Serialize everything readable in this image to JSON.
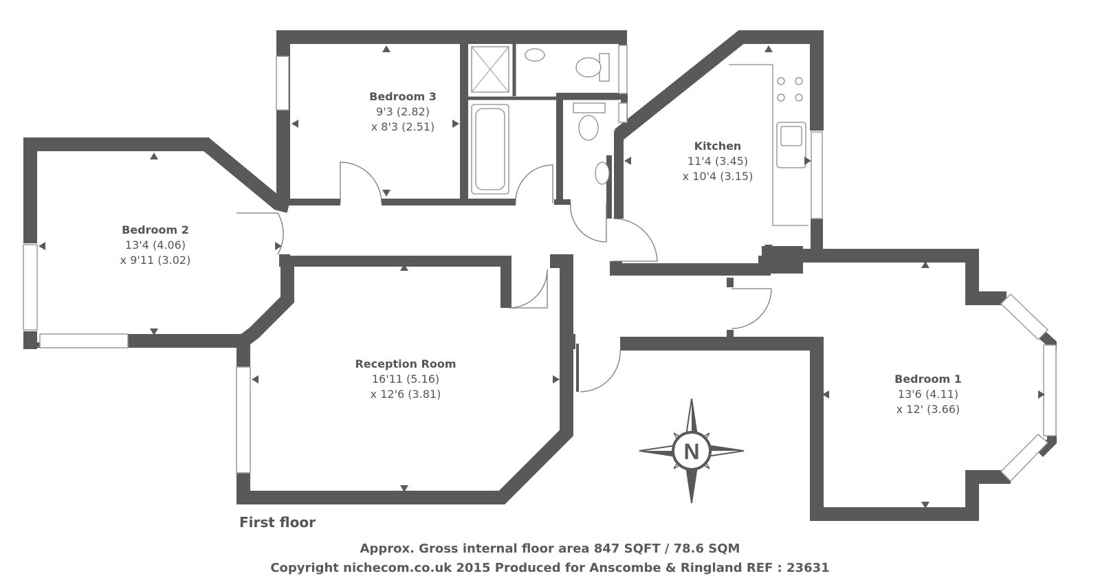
{
  "colors": {
    "wall": "#595959",
    "text": "#555555",
    "background": "#ffffff"
  },
  "rooms": [
    {
      "id": "bedroom-3",
      "name": "Bedroom 3",
      "dim1": "9'3 (2.82)",
      "dim2": "x 8'3 (2.51)"
    },
    {
      "id": "bedroom-2",
      "name": "Bedroom 2",
      "dim1": "13'4 (4.06)",
      "dim2": "x 9'11 (3.02)"
    },
    {
      "id": "kitchen",
      "name": "Kitchen",
      "dim1": "11'4 (3.45)",
      "dim2": "x 10'4 (3.15)"
    },
    {
      "id": "reception-room",
      "name": "Reception Room",
      "dim1": "16'11 (5.16)",
      "dim2": "x 12'6 (3.81)"
    },
    {
      "id": "bedroom-1",
      "name": "Bedroom 1",
      "dim1": "13'6 (4.11)",
      "dim2": "x 12' (3.66)"
    }
  ],
  "compass": {
    "letter": "N",
    "icon": "compass-rose-icon"
  },
  "floor_label": "First floor",
  "footer": {
    "area": "Approx. Gross internal floor area 847 SQFT / 78.6 SQM",
    "copyright": "Copyright nichecom.co.uk 2015 Produced for Anscombe & Ringland REF : 23631"
  }
}
